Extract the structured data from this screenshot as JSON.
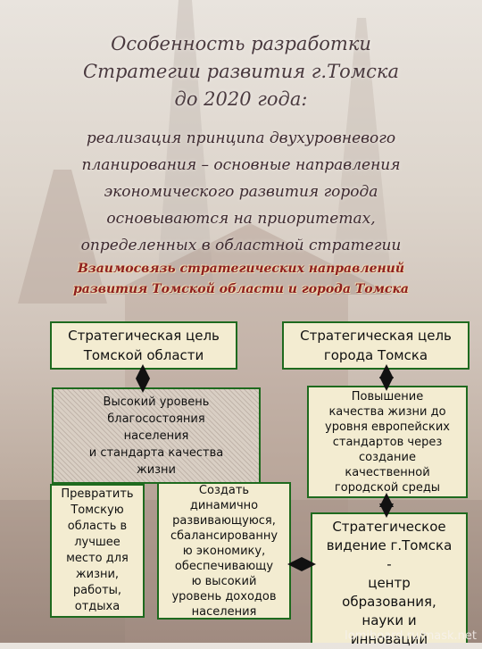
{
  "title": {
    "line1": "Особенность разработки",
    "line2": "Стратегии  развития г.Томска",
    "line3": "до 2020 года:"
  },
  "subtitle": {
    "line1": "реализация принципа двухуровневого",
    "line2": "планирования – основные направления",
    "line3": "экономического развития города",
    "line4": "основываются на приоритетах,",
    "line5": "определенных в областной стратегии"
  },
  "relation": {
    "line1": "Взаимосвязь стратегических направлений",
    "line2": "развития Томской области и города Томска"
  },
  "boxes": {
    "region_goal": {
      "line1": "Стратегическая цель",
      "line2": "Томской области"
    },
    "city_goal": {
      "line1": "Стратегическая цель",
      "line2": "города Томска"
    },
    "wellbeing": {
      "line1": "Высокий уровень",
      "line2": "благосостояния",
      "line3": "населения",
      "line4": "и стандарта качества",
      "line5": "жизни"
    },
    "city_quality": {
      "line1": "Повышение",
      "line2": "качества жизни до",
      "line3": "уровня европейских",
      "line4": "стандартов через",
      "line5": "создание",
      "line6": "качественной",
      "line7": "городской среды"
    },
    "best_place": {
      "line1": "Превратить",
      "line2": "Томскую",
      "line3": "область в",
      "line4": "лучшее",
      "line5": "место для",
      "line6": "жизни,",
      "line7": "работы,",
      "line8": "отдыха"
    },
    "economy": {
      "line1": "Создать",
      "line2": "динамично",
      "line3": "развивающуюся,",
      "line4": "сбалансированну",
      "line5": "ю экономику,",
      "line6": "обеспечивающу",
      "line7": "ю высокий",
      "line8": "уровень доходов",
      "line9": "населения"
    },
    "vision": {
      "line1": "Стратегическое",
      "line2": "видение г.Томска",
      "line3": "-",
      "line4": "центр",
      "line5": "образования,",
      "line6": "науки и",
      "line7": "инноваций"
    }
  },
  "watermark": "lomiboard.ru/mask.net",
  "colors": {
    "box_border": "#1e6a1e",
    "box_fill": "#f3ecd1",
    "relation_text": "#8e1f1f",
    "title_text": "#4a3a3f"
  }
}
